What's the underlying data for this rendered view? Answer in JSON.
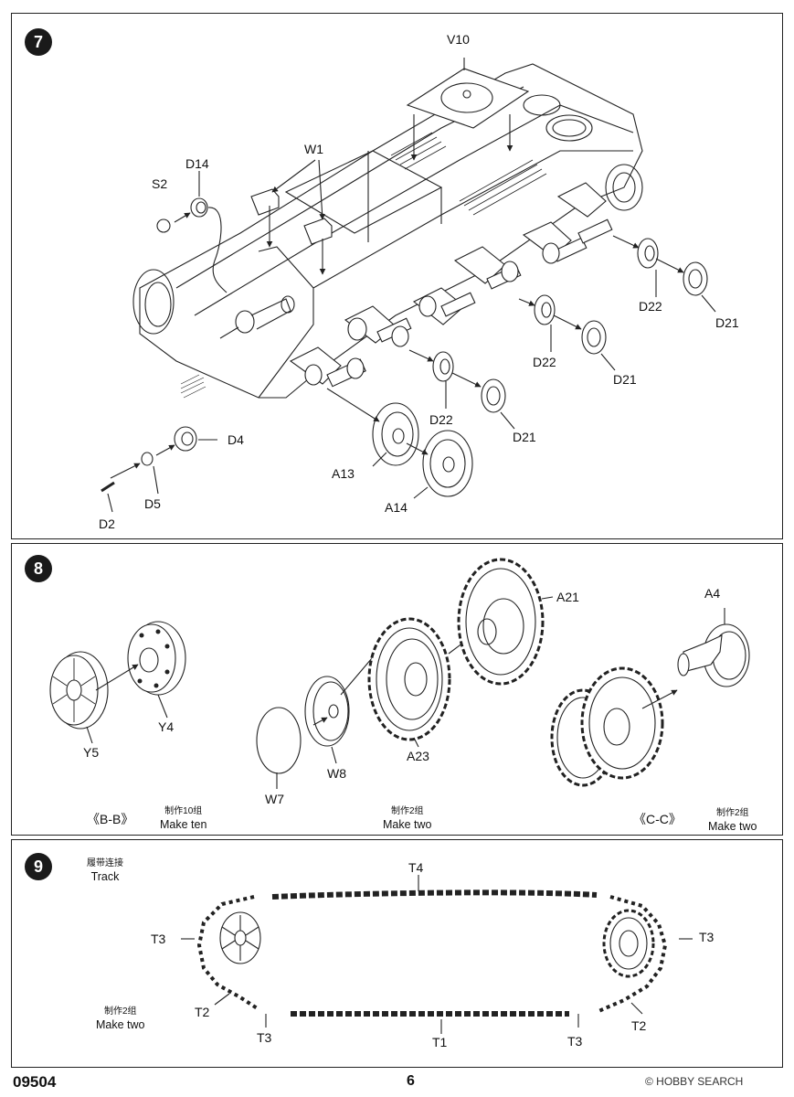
{
  "steps": {
    "step7": {
      "number": "7",
      "labels": {
        "v10": "V10",
        "w1": "W1",
        "d14": "D14",
        "s2": "S2",
        "d22a": "D22",
        "d21a": "D21",
        "d22b": "D22",
        "d21b": "D21",
        "d22c": "D22",
        "d21c": "D21",
        "d4": "D4",
        "d5": "D5",
        "d2": "D2",
        "a13": "A13",
        "a14": "A14"
      }
    },
    "step8": {
      "number": "8",
      "labels": {
        "a21": "A21",
        "a4": "A4",
        "y4": "Y4",
        "y5": "Y5",
        "a23": "A23",
        "w8": "W8",
        "w7": "W7"
      },
      "section_bb": "《B-B》",
      "section_cc": "《C-C》",
      "note_ten_cn": "制作10组",
      "note_ten_en": "Make ten",
      "note_two_a_cn": "制作2组",
      "note_two_a_en": "Make two",
      "note_two_b_cn": "制作2组",
      "note_two_b_en": "Make two"
    },
    "step9": {
      "number": "9",
      "track_cn": "履带连接",
      "track_en": "Track",
      "note_cn": "制作2组",
      "note_en": "Make two",
      "labels": {
        "t4": "T4",
        "t3_left": "T3",
        "t3_right": "T3",
        "t2_left": "T2",
        "t2_right": "T2",
        "t3_bottom_left": "T3",
        "t1": "T1",
        "t3_bottom_right": "T3"
      }
    }
  },
  "footer": {
    "code": "09504",
    "page": "6",
    "watermark": "© HOBBY SEARCH"
  },
  "colors": {
    "line": "#222222",
    "panel_border": "#222222",
    "step_badge": "#1a1a1a"
  }
}
